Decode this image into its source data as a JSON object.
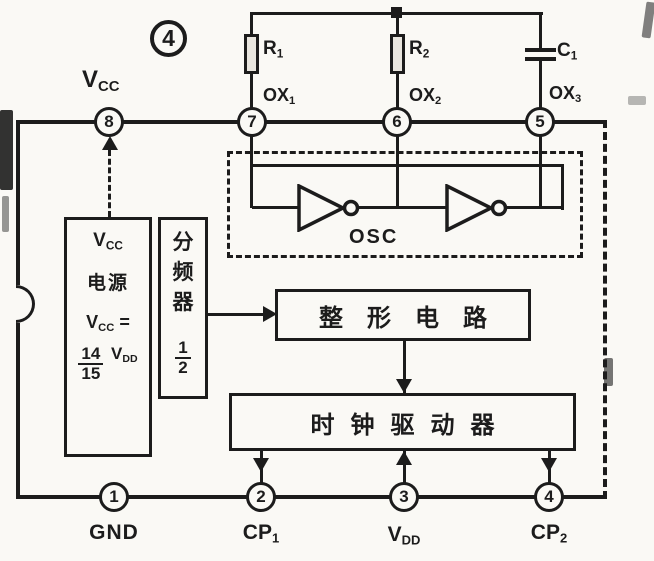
{
  "figure_number": "4",
  "colors": {
    "ink": "#1c1c1c",
    "paper": "#faf9f5"
  },
  "osc": {
    "label": "OSC"
  },
  "labels": {
    "vcc_pin": {
      "base": "V",
      "sub": "CC"
    },
    "r1": {
      "base": "R",
      "sub": "1"
    },
    "r2": {
      "base": "R",
      "sub": "2"
    },
    "c1": {
      "base": "C",
      "sub": "1"
    },
    "ox1": {
      "base": "OX",
      "sub": "1"
    },
    "ox2": {
      "base": "OX",
      "sub": "2"
    },
    "ox3": {
      "base": "OX",
      "sub": "3"
    },
    "gnd": "GND",
    "cp1": {
      "base": "CP",
      "sub": "1"
    },
    "vdd": {
      "base": "V",
      "sub": "DD"
    },
    "cp2": {
      "base": "CP",
      "sub": "2"
    }
  },
  "pins": {
    "top": [
      {
        "number": "8"
      },
      {
        "number": "7"
      },
      {
        "number": "6"
      },
      {
        "number": "5"
      }
    ],
    "bottom": [
      {
        "number": "1"
      },
      {
        "number": "2"
      },
      {
        "number": "3"
      },
      {
        "number": "4"
      }
    ]
  },
  "blocks": {
    "vcc_supply": {
      "title_base": "V",
      "title_sub": "CC",
      "line2": "电源",
      "eq_base": "V",
      "eq_sub": "CC",
      "eq_sign": "=",
      "frac_num": "14",
      "frac_den": "15",
      "unit_base": "V",
      "unit_sub": "DD"
    },
    "divider": {
      "char1": "分",
      "char2": "频",
      "char3": "器",
      "frac_num": "1",
      "frac_den": "2"
    },
    "shaper": {
      "label": "整形电路"
    },
    "driver": {
      "label": "时钟驱动器"
    }
  }
}
